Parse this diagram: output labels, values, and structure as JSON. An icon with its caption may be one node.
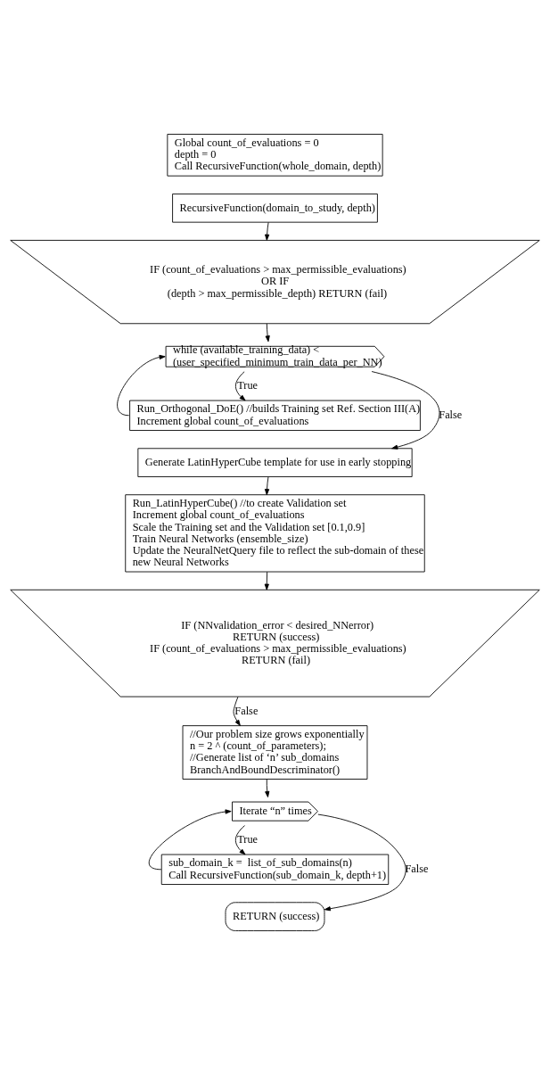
{
  "diagram": {
    "nodes": [
      {
        "text": [
          "Global count_of_evaluations = 0",
          "depth = 0",
          "Call RecursiveFunction(whole_domain, depth)"
        ]
      },
      {
        "text": [
          "RecursiveFunction(domain_to_study, depth)"
        ]
      },
      {
        "text": [
          "IF (count_of_evaluations > max_permissible_evaluations)",
          "OR IF",
          "(depth > max_permissible_depth) RETURN (fail)"
        ]
      },
      {
        "text": [
          "while (available_training_data) < (user_specified_minimum_train_data_per_NN)"
        ]
      },
      {
        "text": [
          "Run_Orthogonal_DoE() //builds Training set Ref. Section III(A)",
          "Increment global count_of_evaluations"
        ]
      },
      {
        "text": [
          "Generate LatinHyperCube template for use in early stopping"
        ]
      },
      {
        "text": [
          "Run_LatinHyperCube() //to create Validation set",
          "Increment global count_of_evaluations",
          "Scale the Training set and the Validation set [0.1,0.9]",
          "Train Neural Networks (ensemble_size)",
          "Update the NeuralNetQuery file to reflect the sub-domain of these new Neural Networks"
        ]
      },
      {
        "text": [
          "IF (NNvalidation_error < desired_NNerror)",
          "RETURN (success)",
          "IF (count_of_evaluations > max_permissible_evaluations)",
          "RETURN (fail)"
        ]
      },
      {
        "text": [
          "//Our problem size grows exponentially",
          "n = 2 ^ (count_of_parameters);",
          "//Generate list of ‘n’ sub_domains",
          "BranchAndBoundDescriminator()"
        ]
      },
      {
        "text": [
          "Iterate “n” times"
        ]
      },
      {
        "text": [
          "sub_domain_k =  list_of_sub_domains(n)",
          "Call RecursiveFunction(sub_domain_k, depth+1)"
        ]
      },
      {
        "text": [
          "RETURN (success)"
        ]
      }
    ],
    "edges": [
      {
        "from": 1,
        "to": 2,
        "arrow": "to"
      },
      {
        "from": 2,
        "to": 3,
        "arrow": "to"
      },
      {
        "from": 3,
        "to": 4,
        "arrow": "to",
        "label": "True"
      },
      {
        "from": 4,
        "to": 3,
        "arrow": "to"
      },
      {
        "from": 3,
        "to": 5,
        "arrow": "to",
        "label": "False"
      },
      {
        "from": 5,
        "to": 6,
        "arrow": "to"
      },
      {
        "from": 6,
        "to": 7,
        "arrow": "to"
      },
      {
        "from": 7,
        "to": 8,
        "arrow": "to",
        "label": "False"
      },
      {
        "from": 8,
        "to": 9,
        "arrow": "to"
      },
      {
        "from": 9,
        "to": 10,
        "arrow": "to",
        "label": "True"
      },
      {
        "from": 10,
        "to": 9,
        "arrow": "to"
      },
      {
        "from": 9,
        "to": 11,
        "arrow": "to",
        "label": "False"
      }
    ]
  }
}
